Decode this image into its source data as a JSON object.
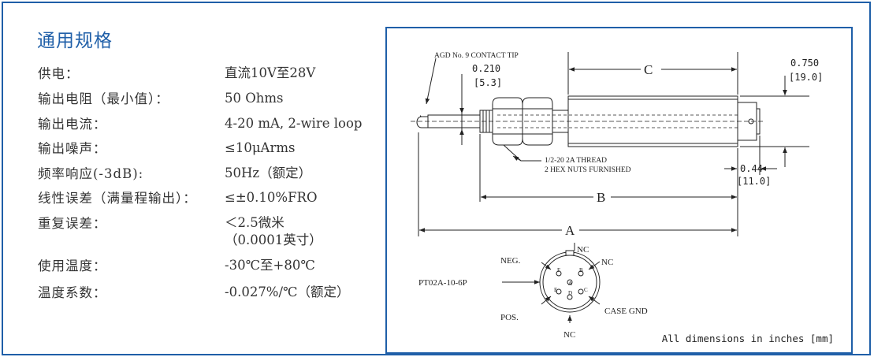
{
  "section": {
    "title": "通用规格"
  },
  "specs": [
    {
      "label": "供电：",
      "value": "直流10V至28V"
    },
    {
      "label": "输出电阻（最小值）：",
      "value": "50 Ohms"
    },
    {
      "label": "输出电流：",
      "value": "4-20 mA, 2-wire loop"
    },
    {
      "label": "输出噪声：",
      "value": "≤10μArms"
    },
    {
      "label": "频率响应(-3dB):",
      "value": "50Hz（额定）"
    },
    {
      "label": "线性误差（满量程输出）：",
      "value": "≤±0.10%FRO"
    },
    {
      "label": "重复误差：",
      "value": "＜2.5微米",
      "value2": "（0.0001英寸）"
    },
    {
      "label": "使用温度：",
      "value": "-30℃至+80℃"
    },
    {
      "label": "温度系数：",
      "value": "-0.027%/℃（额定）"
    }
  ],
  "drawing": {
    "contact_tip": "AGD No. 9 CONTACT TIP",
    "tip_dim_in": "0.210",
    "tip_dim_mm": "[5.3]",
    "dim_c": "C",
    "dia_in": "0.750",
    "dia_mm": "[19.0]",
    "thread_line1": "1/2-20 2A THREAD",
    "thread_line2": "2 HEX NUTS FURNISHED",
    "conn_in": "0.44",
    "conn_mm": "[11.0]",
    "dim_b": "B",
    "dim_a": "A",
    "connector": {
      "part": "PT02A-10-6P",
      "neg": "NEG.",
      "pos": "POS.",
      "nc_top": "NC",
      "nc_right": "NC",
      "nc_bottom": "NC",
      "case_gnd": "CASE GND",
      "pins": [
        "A",
        "B",
        "C",
        "D",
        "E",
        "F"
      ]
    },
    "footnote": "All dimensions in inches [mm]"
  },
  "colors": {
    "accent": "#1f5fa8",
    "text": "#333333",
    "line": "#222222"
  }
}
